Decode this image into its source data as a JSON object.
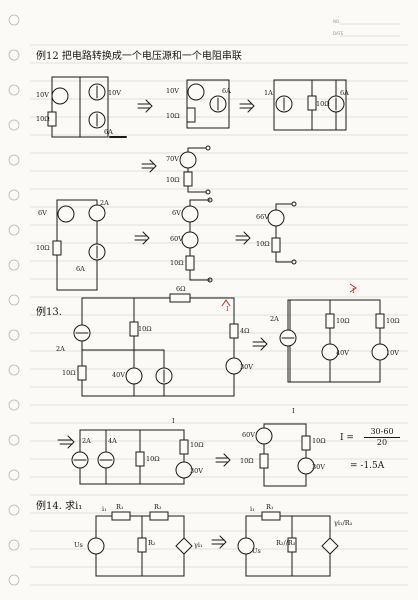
{
  "header": {
    "no_label": "NO.",
    "date_label": "DATE"
  },
  "example12": {
    "title": "例12 把电路转换成一个电压源和一个电阻串联",
    "c1": {
      "v1": "10V",
      "v2": "10V",
      "r": "10Ω",
      "i": "6A"
    },
    "c2": {
      "v": "10V",
      "i": "6A",
      "r": "10Ω"
    },
    "c3": {
      "i1": "1A",
      "r": "10Ω",
      "i2": "6A"
    },
    "c4": {
      "v": "70V",
      "r": "10Ω"
    },
    "c5": {
      "v": "6V",
      "i1": "2A",
      "r": "10Ω",
      "i2": "6A"
    },
    "c6": {
      "v1": "6V",
      "v2": "60V",
      "r": "10Ω"
    },
    "c7": {
      "v": "66V",
      "r": "10Ω"
    }
  },
  "example13": {
    "title": "例13.",
    "c1": {
      "r_top": "6Ω",
      "i": "I",
      "i_src": "2A",
      "r1": "10Ω",
      "r2": "10Ω",
      "v1": "40V",
      "r3": "4Ω",
      "v2": "30V"
    },
    "c2": {
      "i": "I",
      "i_src": "2A",
      "r1": "10Ω",
      "v1": "40V",
      "r2": "10Ω",
      "v2": "10V"
    },
    "c3": {
      "i1": "2A",
      "i2": "4A",
      "r1": "10Ω",
      "i": "I",
      "r2": "10Ω",
      "v": "30V"
    },
    "c4": {
      "v1": "60V",
      "i": "I",
      "r1": "10Ω",
      "r2": "10Ω",
      "v2": "30V"
    },
    "result": {
      "lhs": "I =",
      "num": "30-60",
      "den": "20",
      "line2": "= -1.5A"
    }
  },
  "example14": {
    "title": "例14. 求i₁",
    "c1": {
      "i": "i₁",
      "r1": "R₁",
      "r2": "R₂",
      "r3": "R₃",
      "us": "Us",
      "dep": "γi₁"
    },
    "c2": {
      "i": "i₁",
      "r1": "R₁",
      "r2r3": "R₂//R₃",
      "us": "Us",
      "dep": "γi₁/R₃"
    }
  }
}
